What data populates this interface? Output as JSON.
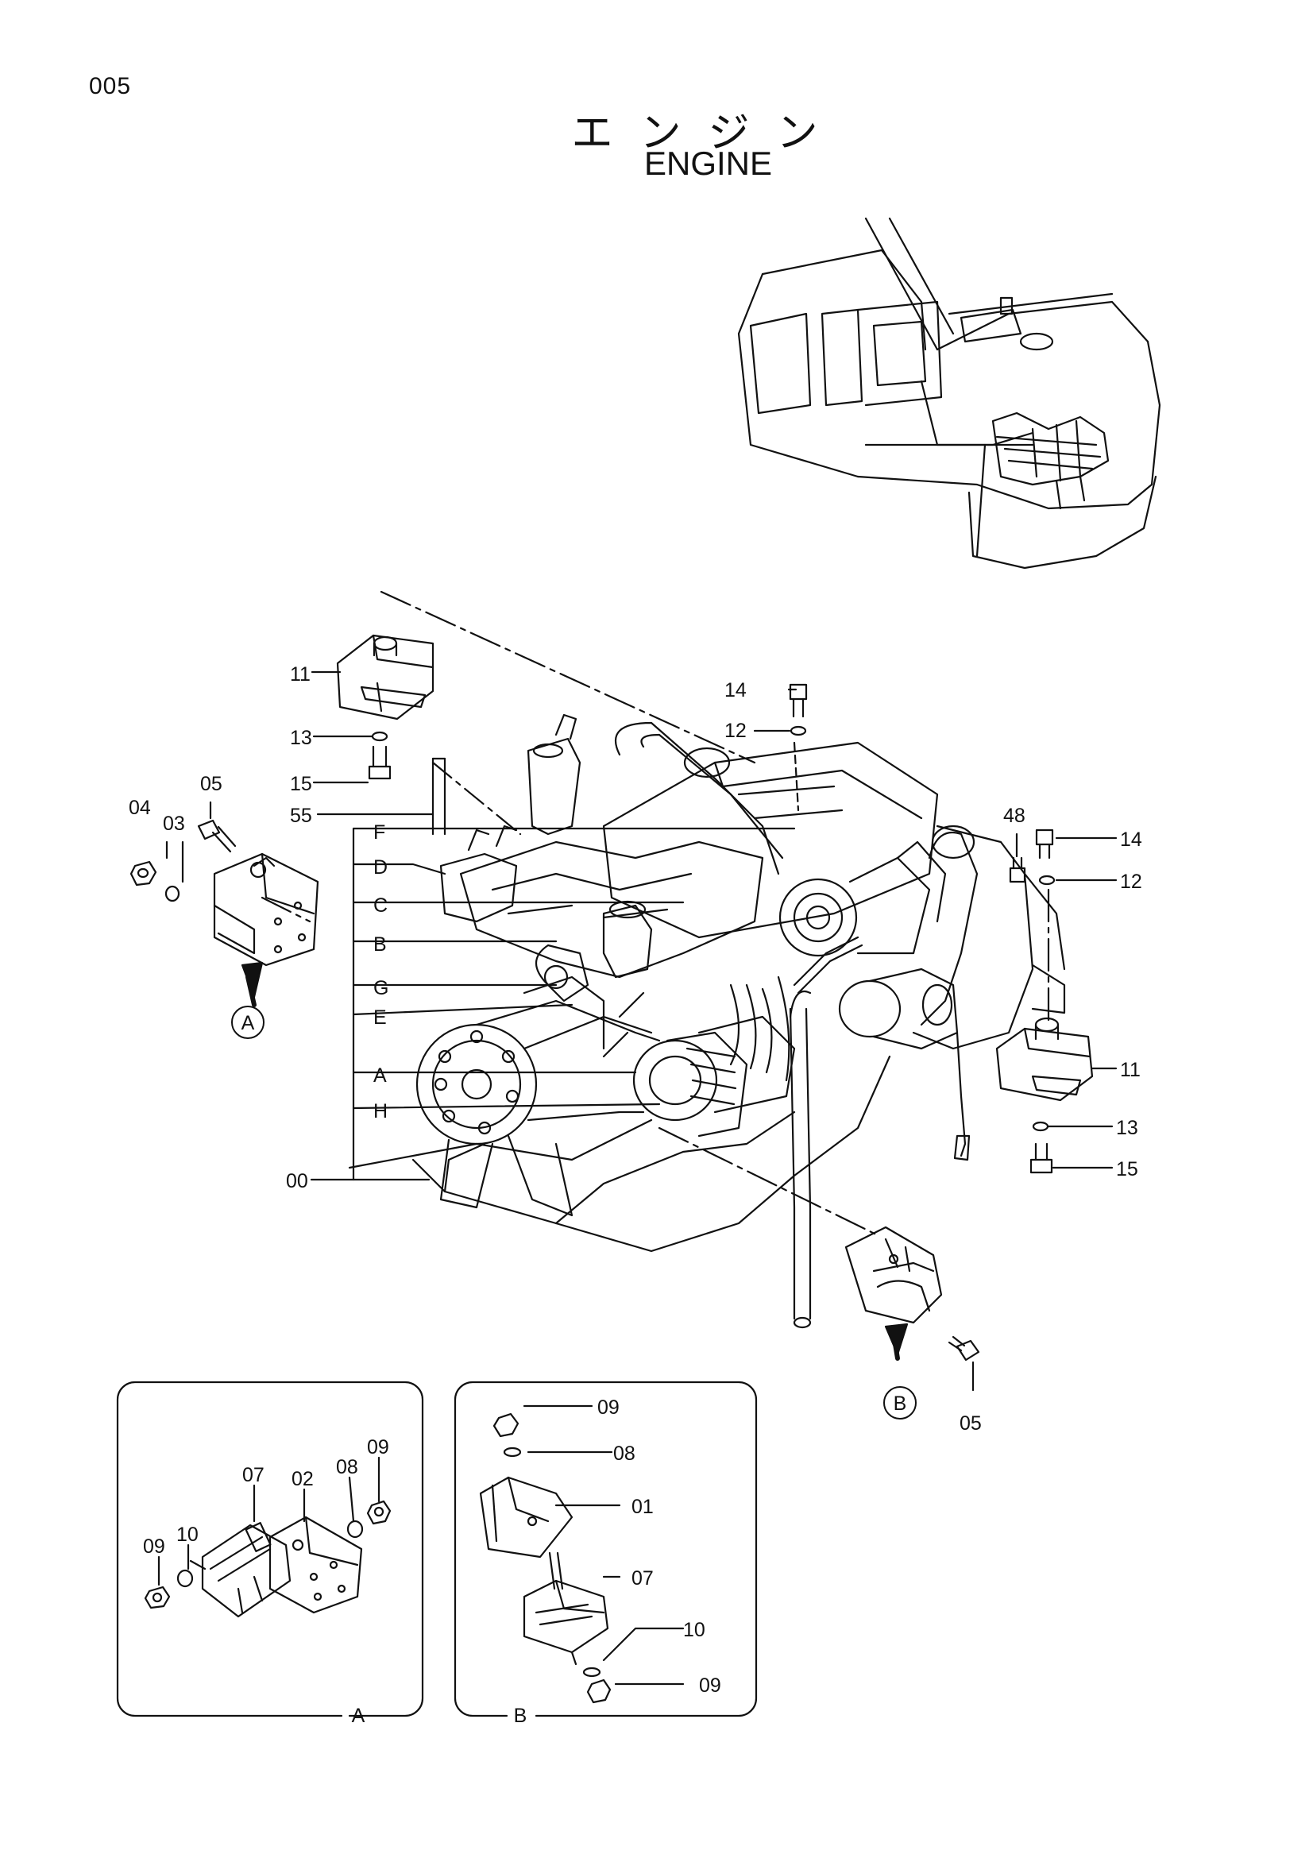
{
  "page_number": "005",
  "title_jp": "エンジン",
  "title_en": "ENGINE",
  "labels": {
    "l11a": "11",
    "l13a": "13",
    "l15a": "15",
    "l55": "55",
    "l04": "04",
    "l03": "03",
    "l05a": "05",
    "lF": "F",
    "lD": "D",
    "lC": "C",
    "lB": "B",
    "lG": "G",
    "lE": "E",
    "lA": "A",
    "lH": "H",
    "l00": "00",
    "l14a": "14",
    "l12a": "12",
    "l48": "48",
    "l14b": "14",
    "l12b": "12",
    "l11b": "11",
    "l13b": "13",
    "l15b": "15",
    "l05b": "05"
  },
  "callouts": {
    "a": "A",
    "b": "B"
  },
  "detail_a": {
    "caption": "A",
    "labels": {
      "d09a": "09",
      "d08": "08",
      "d02": "02",
      "d07": "07",
      "d10": "10",
      "d09b": "09"
    }
  },
  "detail_b": {
    "caption": "B",
    "labels": {
      "d09a": "09",
      "d08": "08",
      "d01": "01",
      "d07": "07",
      "d10": "10",
      "d09b": "09"
    }
  }
}
